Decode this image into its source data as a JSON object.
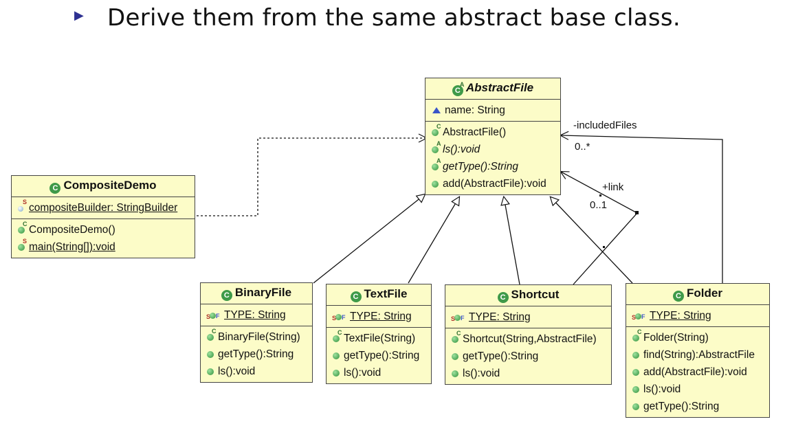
{
  "slide": {
    "bullet": "▶",
    "title": "Derive them from the same abstract base class."
  },
  "classes": {
    "abstractfile": {
      "name": "AbstractFile",
      "attributes": [
        "name: String"
      ],
      "methods": [
        "AbstractFile()",
        "ls():void",
        "getType():String",
        "add(AbstractFile):void"
      ]
    },
    "compositedemo": {
      "name": "CompositeDemo",
      "attributes": [
        "compositeBuilder: StringBuilder"
      ],
      "methods": [
        "CompositeDemo()",
        "main(String[]):void"
      ]
    },
    "binaryfile": {
      "name": "BinaryFile",
      "attributes": [
        "TYPE: String"
      ],
      "methods": [
        "BinaryFile(String)",
        "getType():String",
        "ls():void"
      ]
    },
    "textfile": {
      "name": "TextFile",
      "attributes": [
        "TYPE: String"
      ],
      "methods": [
        "TextFile(String)",
        "getType():String",
        "ls():void"
      ]
    },
    "shortcut": {
      "name": "Shortcut",
      "attributes": [
        "TYPE: String"
      ],
      "methods": [
        "Shortcut(String,AbstractFile)",
        "getType():String",
        "ls():void"
      ]
    },
    "folder": {
      "name": "Folder",
      "attributes": [
        "TYPE: String"
      ],
      "methods": [
        "Folder(String)",
        "find(String):AbstractFile",
        "add(AbstractFile):void",
        "ls():void",
        "getType():String"
      ]
    }
  },
  "associations": {
    "included_files": {
      "role": "-includedFiles",
      "multiplicity": "0..*"
    },
    "link": {
      "role": "+link",
      "multiplicity": "0..1"
    }
  },
  "icons": {
    "class": "class-icon",
    "abstract_class": "abstract-class-icon",
    "constructor": "constructor-icon",
    "abstract_method": "abstract-method-icon",
    "public_method": "public-method-icon",
    "protected_field": "protected-field-icon",
    "static_field": "static-field-icon",
    "static_final_field": "static-final-field-icon",
    "static_method": "static-method-icon"
  },
  "colors": {
    "class_fill": "#fcfcc8",
    "icon_green": "#3f9a49",
    "bullet_blue": "#2e3192"
  }
}
